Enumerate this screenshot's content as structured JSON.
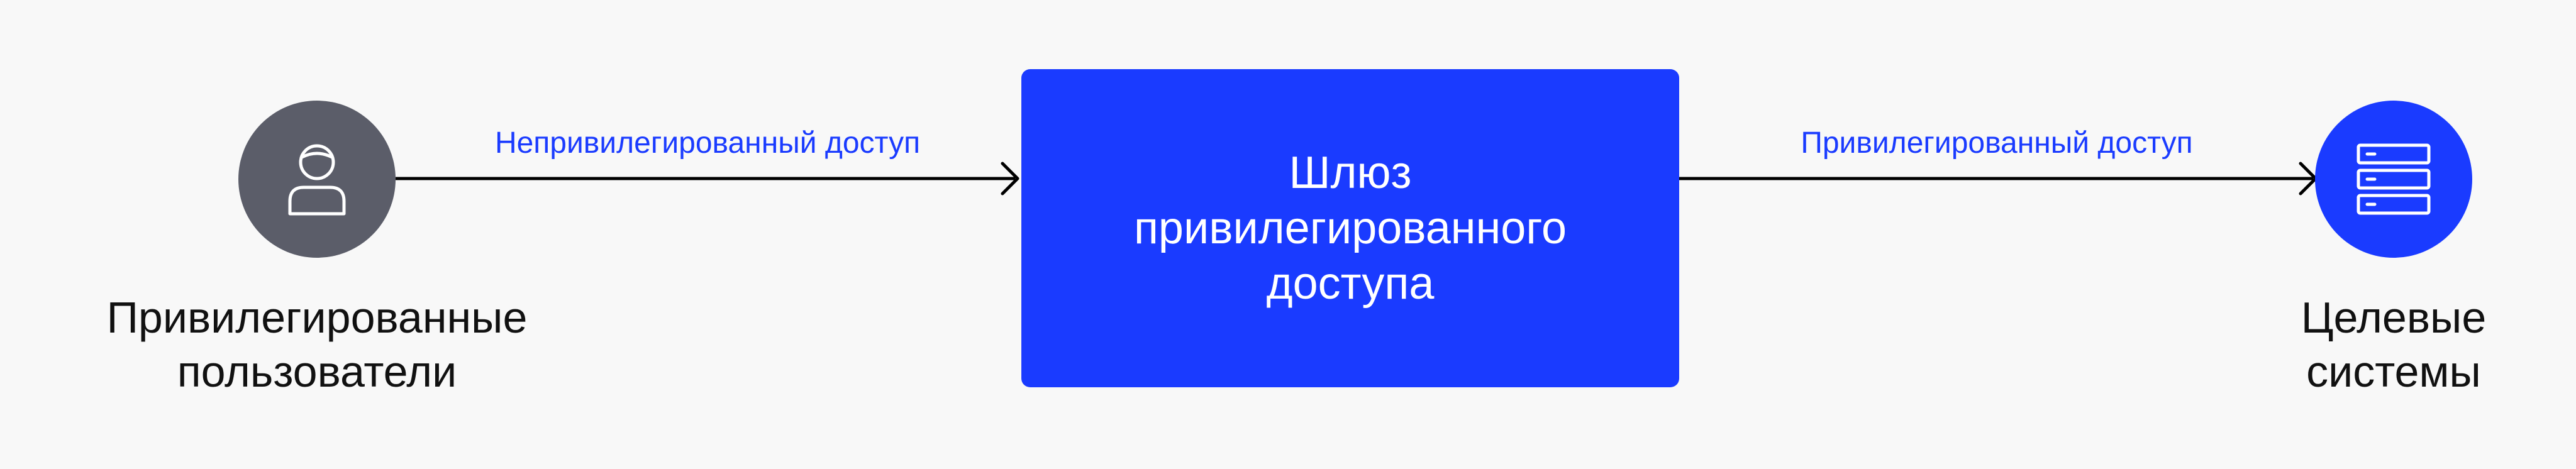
{
  "nodes": {
    "users": {
      "label": "Привилегированные\nпользователи",
      "icon": "user-icon",
      "color": "#5b5d69"
    },
    "gateway": {
      "label": "Шлюз\nпривилегированного\nдоступа",
      "color": "#1a3bff"
    },
    "systems": {
      "label": "Целевые\nсистемы",
      "icon": "server-icon",
      "color": "#1a3bff"
    }
  },
  "edges": {
    "left": {
      "label": "Непривилегированный доступ"
    },
    "right": {
      "label": "Привилегированный доступ"
    }
  },
  "colors": {
    "background": "#f8f8f8",
    "accent": "#1a3bff",
    "arrow": "#000000"
  }
}
